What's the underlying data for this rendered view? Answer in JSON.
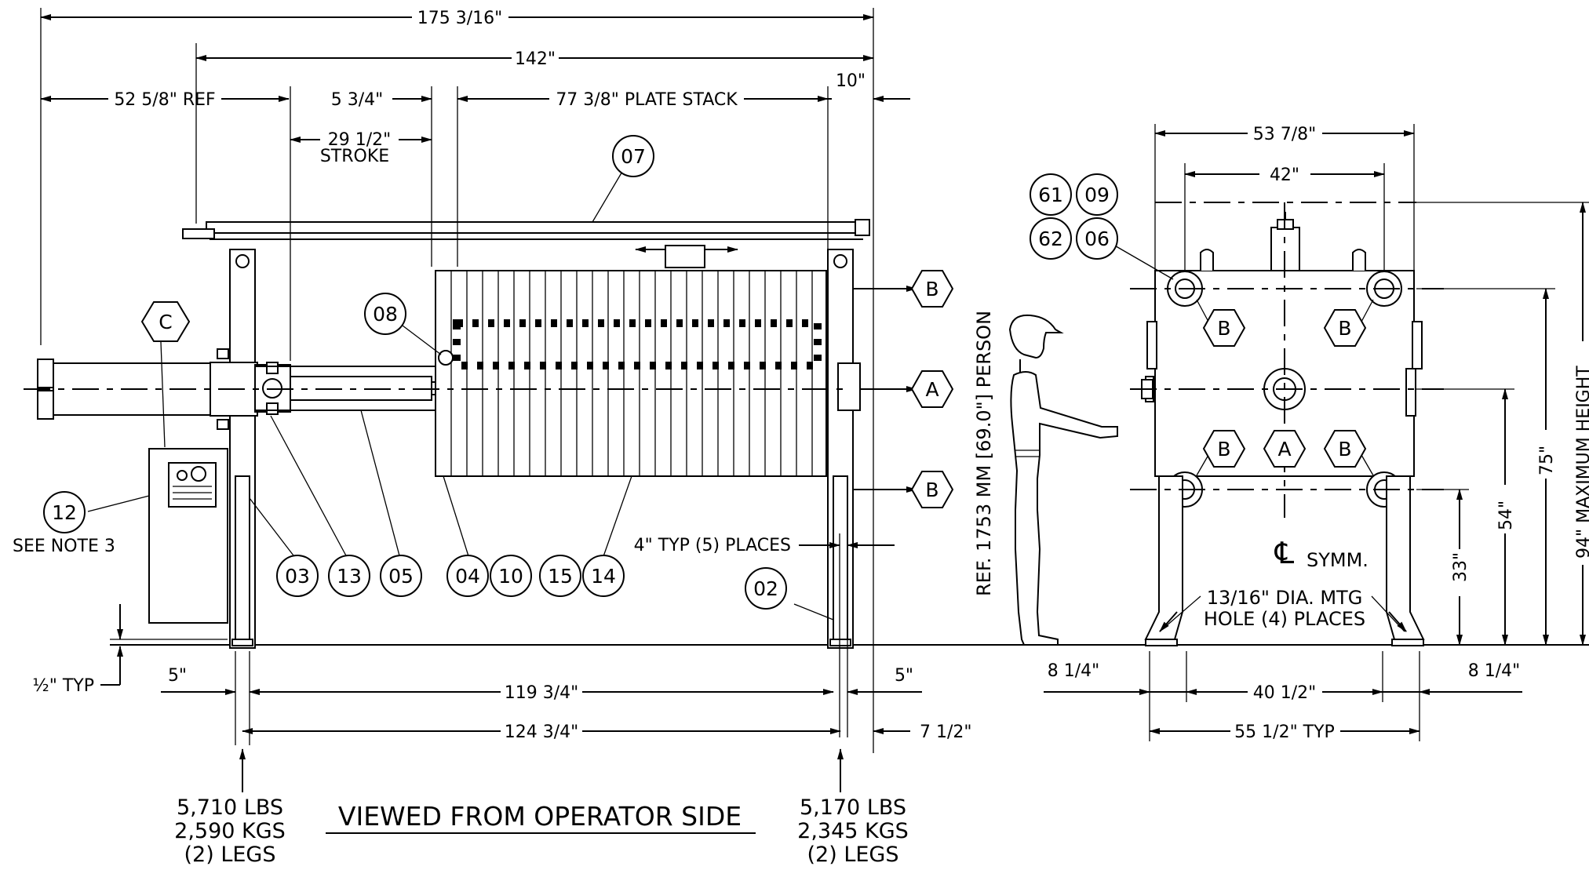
{
  "dims": {
    "overall_length": "175 3/16\"",
    "frame_length": "142\"",
    "ref_52": "52 5/8\" REF",
    "d_5_34": "5 3/4\"",
    "plate_stack": "77 3/8\" PLATE STACK",
    "d_10": "10\"",
    "stroke_val": "29 1/2\"",
    "stroke_word": "STROKE",
    "typ_places": "4\" TYP (5) PLACES",
    "half_typ": "½\" TYP",
    "d_5_left": "5\"",
    "d_119": "119 3/4\"",
    "d_5_right": "5\"",
    "d_124": "124 3/4\"",
    "d_7_12": "7 1/2\"",
    "side_53": "53 7/8\"",
    "side_42": "42\"",
    "side_8_left": "8 1/4\"",
    "side_40": "40 1/2\"",
    "side_8_right": "8 1/4\"",
    "side_55": "55 1/2\" TYP",
    "h_33": "33\"",
    "h_54": "54\"",
    "h_75": "75\"",
    "h_94": "94\" MAXIMUM HEIGHT"
  },
  "notes": {
    "see_note": "SEE NOTE 3",
    "person": "REF. 1753 MM [69.0\"] PERSON",
    "symm": "SYMM.",
    "mtg_1": "13/16\" DIA. MTG",
    "mtg_2": "HOLE (4) PLACES",
    "view_title": "VIEWED FROM OPERATOR SIDE",
    "cl": "℄"
  },
  "loads": {
    "left": {
      "lbs": "5,710 LBS",
      "kgs": "2,590 KGS",
      "legs": "(2) LEGS"
    },
    "right": {
      "lbs": "5,170 LBS",
      "kgs": "2,345 KGS",
      "legs": "(2) LEGS"
    }
  },
  "balloons": {
    "b07": "07",
    "b08": "08",
    "b12": "12",
    "b03": "03",
    "b13": "13",
    "b05": "05",
    "b04": "04",
    "b10": "10",
    "b15": "15",
    "b14": "14",
    "b02": "02",
    "b61": "61",
    "b09": "09",
    "b62": "62",
    "b06": "06"
  },
  "hex": {
    "C": "C",
    "B": "B",
    "A": "A"
  }
}
